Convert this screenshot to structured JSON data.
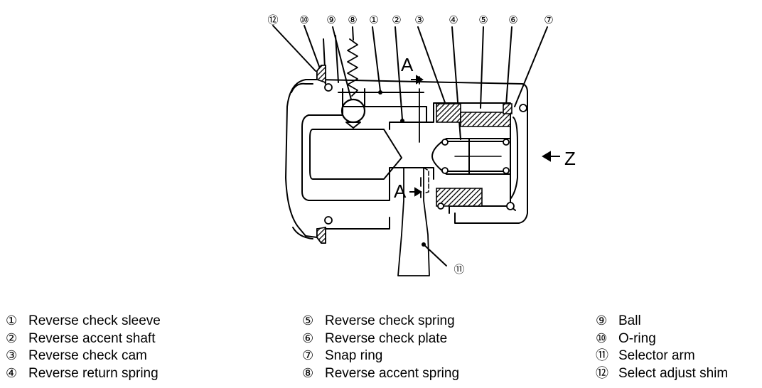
{
  "callouts": {
    "c12": "⑫",
    "c10": "⑩",
    "c9": "⑨",
    "c8": "⑧",
    "c1": "①",
    "c2": "②",
    "c3": "③",
    "c4": "④",
    "c5": "⑤",
    "c6": "⑥",
    "c7": "⑦",
    "c11": "⑪"
  },
  "section_labels": {
    "a_top": "A",
    "a_bottom": "A",
    "z": "Z"
  },
  "legend": {
    "col1": [
      {
        "num": "①",
        "label": "Reverse check sleeve"
      },
      {
        "num": "②",
        "label": "Reverse accent shaft"
      },
      {
        "num": "③",
        "label": "Reverse check cam"
      },
      {
        "num": "④",
        "label": "Reverse return spring"
      }
    ],
    "col2": [
      {
        "num": "⑤",
        "label": "Reverse check spring"
      },
      {
        "num": "⑥",
        "label": "Reverse check plate"
      },
      {
        "num": "⑦",
        "label": "Snap ring"
      },
      {
        "num": "⑧",
        "label": "Reverse accent spring"
      }
    ],
    "col3": [
      {
        "num": "⑨",
        "label": "Ball"
      },
      {
        "num": "⑩",
        "label": "O-ring"
      },
      {
        "num": "⑪",
        "label": "Selector arm"
      },
      {
        "num": "⑫",
        "label": "Select adjust shim"
      }
    ]
  }
}
